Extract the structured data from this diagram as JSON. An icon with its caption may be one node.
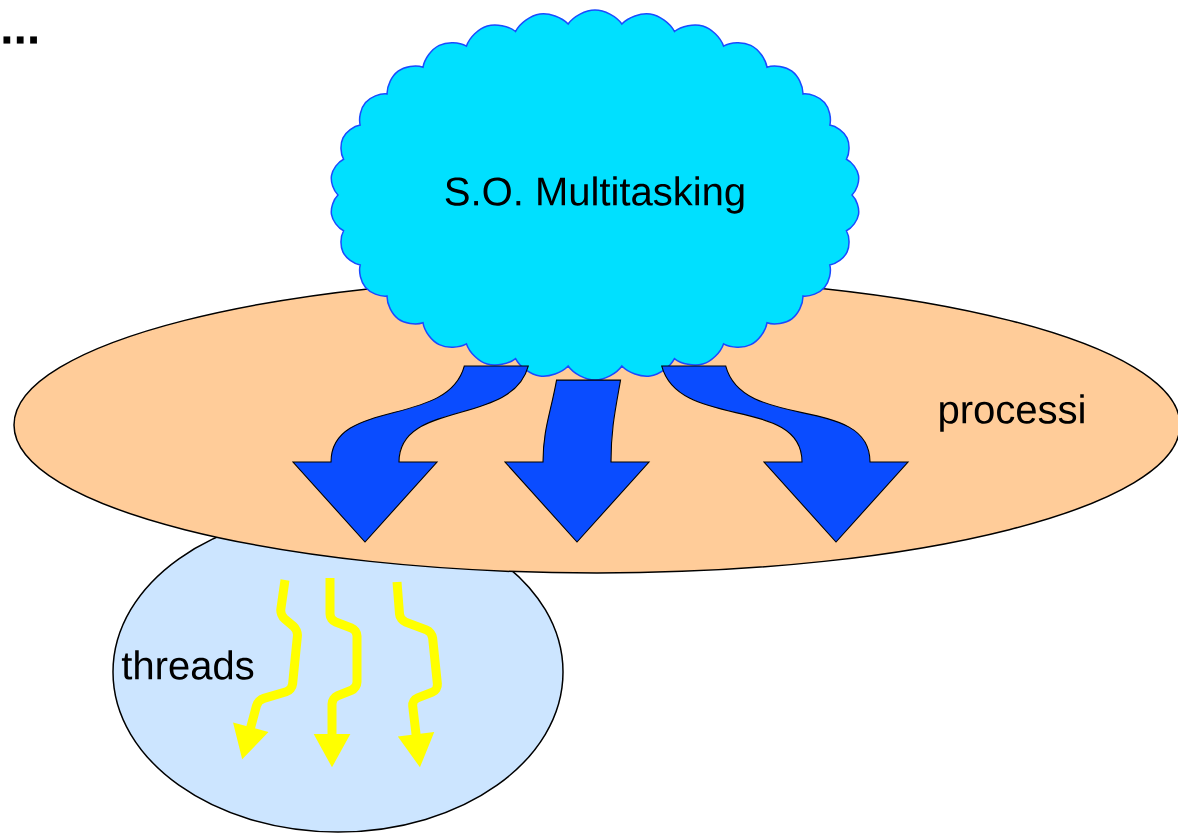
{
  "diagram": {
    "nodes": [
      {
        "text": [
          "S.O. Multitasking"
        ]
      },
      {
        "text": [
          "processi"
        ]
      },
      {
        "text": [
          "threads"
        ]
      }
    ],
    "edges": [
      {
        "from": 0,
        "to": 1,
        "arrow": "to"
      },
      {
        "from": 0,
        "to": 1,
        "arrow": "to"
      },
      {
        "from": 0,
        "to": 1,
        "arrow": "to"
      }
    ],
    "labels": [
      "..."
    ]
  }
}
